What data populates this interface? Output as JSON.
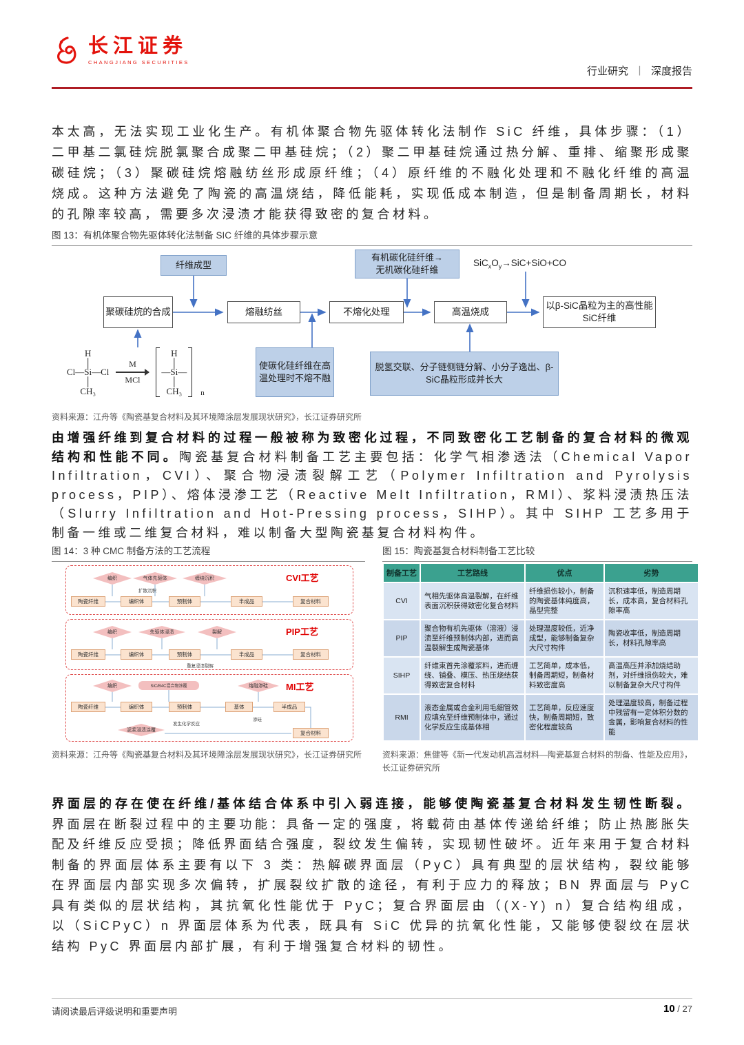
{
  "header": {
    "logo_cn": "长江证券",
    "logo_en": "CHANGJIANG SECURITIES",
    "category": "行业研究",
    "divider": "丨",
    "report_type": "深度报告"
  },
  "para1": {
    "text": "本太高，无法实现工业化生产。有机体聚合物先驱体转化法制作 SiC 纤维，具体步骤：（1）二甲基二氯硅烷脱氯聚合成聚二甲基硅烷；（2）聚二甲基硅烷通过热分解、重排、缩聚形成聚碳硅烷；（3）聚碳硅烷熔融纺丝形成原纤维；（4）原纤维的不融化处理和不融化纤维的高温烧成。这种方法避免了陶瓷的高温烧结，降低能耗，实现低成本制造，但是制备周期长，材料的孔隙率较高，需要多次浸渍才能获得致密的复合材料。"
  },
  "figure13": {
    "title_label": "图 13：",
    "title": "有机体聚合物先驱体转化法制备 SIC 纤维的具体步骤示意",
    "top1": "纤维成型",
    "top2a": "有机碳化硅纤维→",
    "top2b": "无机碳化硅纤维",
    "formula_a": "SiC",
    "formula_b": "x",
    "formula_c": "O",
    "formula_d": "y",
    "formula_e": "→SiC+SiO+CO",
    "flow1": "聚碳硅烷的合成",
    "flow2": "熔融纺丝",
    "flow3": "不熔化处理",
    "flow4": "高温烧成",
    "flow5": "以β-SiC晶粒为主的高性能SiC纤维",
    "note1": "使碳化硅纤维在高温处理时不熔不融",
    "note2": "脱氢交联、分子链侧链分解、小分子逸出、β-SiC晶粒形成并长大",
    "chem": {
      "l1": "H",
      "bond": "│",
      "l2": "Cl—Si—Cl",
      "l3": "CH₃",
      "m_top": "M",
      "m_bot": "MCl",
      "r1": "H",
      "r2": "—Si—",
      "r3": "CH₃",
      "sub": "n"
    },
    "source": "资料来源：江舟等《陶瓷基复合材料及其环境障涂层发展现状研究》，长江证券研究所"
  },
  "para2": {
    "bold": "由增强纤维到复合材料的过程一般被称为致密化过程，不同致密化工艺制备的复合材料的微观结构和性能不同。",
    "rest": "陶瓷基复合材料制备工艺主要包括：化学气相渗透法（Chemical Vapor Infiltration，CVI）、聚合物浸渍裂解工艺（Polymer Infiltration and Pyrolysis process，PIP）、熔体浸渗工艺（Reactive Melt Infiltration，RMI）、浆料浸渍热压法（Slurry Infiltration and Hot-Pressing process，SIHP）。其中 SIHP 工艺多用于制备一维或二维复合材料，难以制备大型陶瓷基复合材料构件。"
  },
  "figure14": {
    "title_label": "图 14：",
    "title": "3 种 CMC 制备方法的工艺流程",
    "cvi_label": "CVI工艺",
    "pip_label": "PIP工艺",
    "mi_label": "MI工艺",
    "cvi": {
      "d1": "编织",
      "d2": "气体先驱体",
      "d3": "缠绕沉积",
      "t1": "扩散沉积",
      "r1": "陶瓷纤维",
      "r2": "编织体",
      "r3": "预制体",
      "r4": "半成品",
      "r5": "复合材料"
    },
    "pip": {
      "d1": "编织",
      "d2": "先驱体浸渍",
      "d3": "裂解",
      "t1": "重复浸渍裂解",
      "r1": "陶瓷纤维",
      "r2": "编织体",
      "r3": "预制体",
      "r4": "半成品",
      "r5": "复合材料"
    },
    "mi": {
      "d1": "编织",
      "d2": "SiC/B4C混合物涂覆",
      "d3": "熔融渗硅",
      "d4": "泥浆浸渍涂覆",
      "t1": "渗硅",
      "t2": "发生化学反应",
      "r1": "陶瓷纤维",
      "r2": "编织体",
      "r3": "预制体",
      "r4": "基体",
      "r5": "半成品",
      "r6": "复合材料"
    },
    "source": "资料来源：江舟等《陶瓷基复合材料及其环境障涂层发展现状研究》，长江证券研究所"
  },
  "figure15": {
    "title_label": "图 15：",
    "title": "陶瓷基复合材料制备工艺比较",
    "table": {
      "headers": [
        "制备工艺",
        "工艺路线",
        "优点",
        "劣势"
      ],
      "rows": [
        {
          "process": "CVI",
          "route": "气相先驱体高温裂解，在纤维表面沉积获得致密化复合材料",
          "pros": "纤维损伤较小，制备的陶瓷基体纯度高，晶型完整",
          "cons": "沉积速率低，制造周期长，成本高，复合材料孔隙率高"
        },
        {
          "process": "PIP",
          "route": "聚合物有机先驱体（溶液）浸渍至纤维预制体内部，进而高温裂解生成陶瓷基体",
          "pros": "处理温度较低，近净成型，能够制备复杂大尺寸构件",
          "cons": "陶瓷收率低，制造周期长，材料孔隙率高"
        },
        {
          "process": "SIHP",
          "route": "纤维束首先涂覆浆料，进而缠绕、铺叠、模压、热压烧结获得致密复合材料",
          "pros": "工艺简单，成本低，制备周期短，制备材料致密度高",
          "cons": "高温高压并添加烧结助剂，对纤维损伤较大，难以制备复杂大尺寸构件"
        },
        {
          "process": "RMI",
          "route": "液态金属或合金利用毛细管效应填充至纤维预制体中，通过化学反应生成基体相",
          "pros": "工艺简单，反应速度快，制备周期短，致密化程度较高",
          "cons": "处理温度较高，制备过程中残留有一定体积分数的金属，影响复合材料的性能"
        }
      ]
    },
    "source": "资料来源：焦健等《新一代发动机高温材料—陶瓷基复合材料的制备、性能及应用》，长江证券研究所"
  },
  "para3": {
    "bold": "界面层的存在使在纤维/基体结合体系中引入弱连接，能够使陶瓷基复合材料发生韧性断裂。",
    "rest": "界面层在断裂过程中的主要功能：具备一定的强度，将载荷由基体传递给纤维；防止热膨胀失配及纤维反应受损；降低界面结合强度，裂纹发生偏转，实现韧性破坏。近年来用于复合材料制备的界面层体系主要有以下 3 类：热解碳界面层（PyC）具有典型的层状结构，裂纹能够在界面层内部实现多次偏转，扩展裂纹扩散的途径，有利于应力的释放；BN 界面层与 PyC 具有类似的层状结构，其抗氧化性能优于 PyC；复合界面层由（(X-Y) n）复合结构组成，以（SiCPyC）n 界面层体系为代表，既具有 SiC 优异的抗氧化性能，又能够使裂纹在层状结构 PyC 界面层内部扩展，有利于增强复合材料的韧性。"
  },
  "footer": {
    "disclaimer": "请阅读最后评级说明和重要声明",
    "page_current": "10",
    "page_sep": " / ",
    "page_total": "27"
  }
}
